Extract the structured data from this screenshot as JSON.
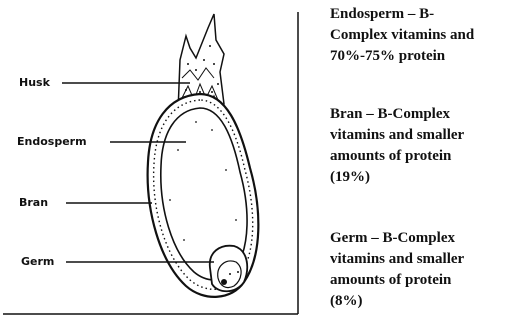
{
  "diagram": {
    "labels": {
      "husk": "Husk",
      "endosperm": "Endosperm",
      "bran": "Bran",
      "germ": "Germ"
    }
  },
  "descriptions": {
    "endosperm": [
      "Endosperm – B-",
      "Complex vitamins and",
      "70%-75% protein"
    ],
    "bran": [
      "Bran – B-Complex",
      "vitamins and smaller",
      "amounts of protein",
      "(19%)"
    ],
    "germ": [
      "Germ – B-Complex",
      "vitamins and smaller",
      "amounts of protein",
      "(8%)"
    ]
  },
  "colors": {
    "ink": "#111111",
    "background": "#ffffff"
  }
}
